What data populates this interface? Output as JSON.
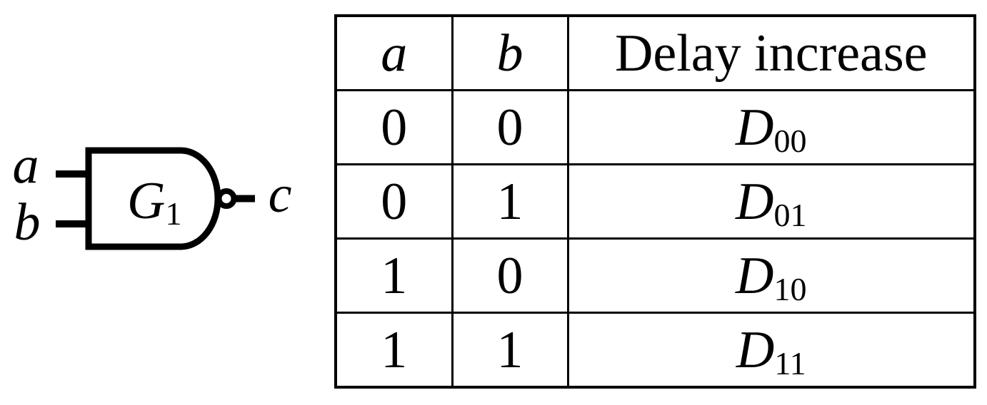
{
  "colors": {
    "line": "#000000",
    "background": "#ffffff"
  },
  "gate": {
    "name_base": "G",
    "name_sub": "1",
    "input_a": "a",
    "input_b": "b",
    "output": "c"
  },
  "table": {
    "columns": [
      "a",
      "b",
      "Delay increase"
    ],
    "rows": [
      {
        "a": "0",
        "b": "0",
        "delay_base": "D",
        "delay_sub": "00"
      },
      {
        "a": "0",
        "b": "1",
        "delay_base": "D",
        "delay_sub": "01"
      },
      {
        "a": "1",
        "b": "0",
        "delay_base": "D",
        "delay_sub": "10"
      },
      {
        "a": "1",
        "b": "1",
        "delay_base": "D",
        "delay_sub": "11"
      }
    ]
  }
}
